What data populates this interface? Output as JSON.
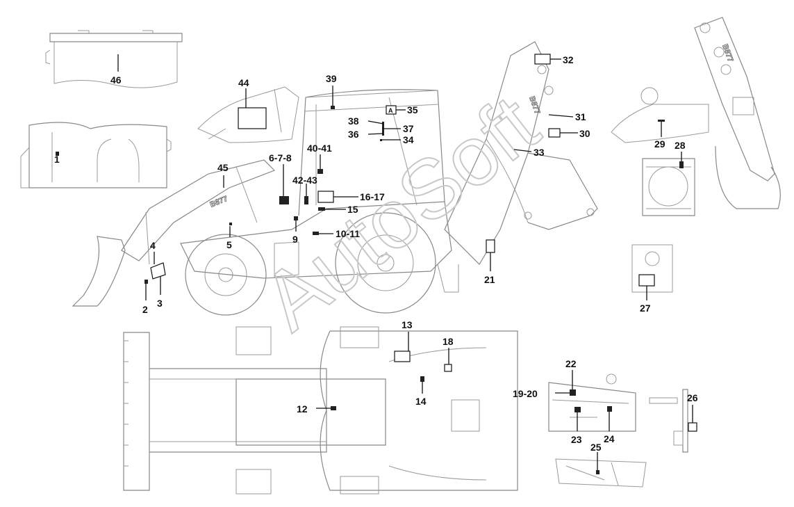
{
  "watermark": "AutoSoft",
  "model_badges": [
    "B877",
    "B877",
    "B877"
  ],
  "decal_letter": "A",
  "callouts": [
    {
      "id": "c1",
      "label": "1"
    },
    {
      "id": "c2",
      "label": "2"
    },
    {
      "id": "c3",
      "label": "3"
    },
    {
      "id": "c4",
      "label": "4"
    },
    {
      "id": "c5",
      "label": "5"
    },
    {
      "id": "c678",
      "label": "6-7-8"
    },
    {
      "id": "c9",
      "label": "9"
    },
    {
      "id": "c1011",
      "label": "10-11"
    },
    {
      "id": "c12",
      "label": "12"
    },
    {
      "id": "c13",
      "label": "13"
    },
    {
      "id": "c14",
      "label": "14"
    },
    {
      "id": "c15",
      "label": "15"
    },
    {
      "id": "c1617",
      "label": "16-17"
    },
    {
      "id": "c18",
      "label": "18"
    },
    {
      "id": "c1920",
      "label": "19-20"
    },
    {
      "id": "c21",
      "label": "21"
    },
    {
      "id": "c22",
      "label": "22"
    },
    {
      "id": "c23",
      "label": "23"
    },
    {
      "id": "c24",
      "label": "24"
    },
    {
      "id": "c25",
      "label": "25"
    },
    {
      "id": "c26",
      "label": "26"
    },
    {
      "id": "c27",
      "label": "27"
    },
    {
      "id": "c28",
      "label": "28"
    },
    {
      "id": "c29",
      "label": "29"
    },
    {
      "id": "c30",
      "label": "30"
    },
    {
      "id": "c31",
      "label": "31"
    },
    {
      "id": "c32",
      "label": "32"
    },
    {
      "id": "c33",
      "label": "33"
    },
    {
      "id": "c34",
      "label": "34"
    },
    {
      "id": "c35",
      "label": "35"
    },
    {
      "id": "c36",
      "label": "36"
    },
    {
      "id": "c37",
      "label": "37"
    },
    {
      "id": "c38",
      "label": "38"
    },
    {
      "id": "c39",
      "label": "39"
    },
    {
      "id": "c4041",
      "label": "40-41"
    },
    {
      "id": "c4243",
      "label": "42-43"
    },
    {
      "id": "c44",
      "label": "44"
    },
    {
      "id": "c45",
      "label": "45"
    },
    {
      "id": "c46",
      "label": "46"
    }
  ]
}
